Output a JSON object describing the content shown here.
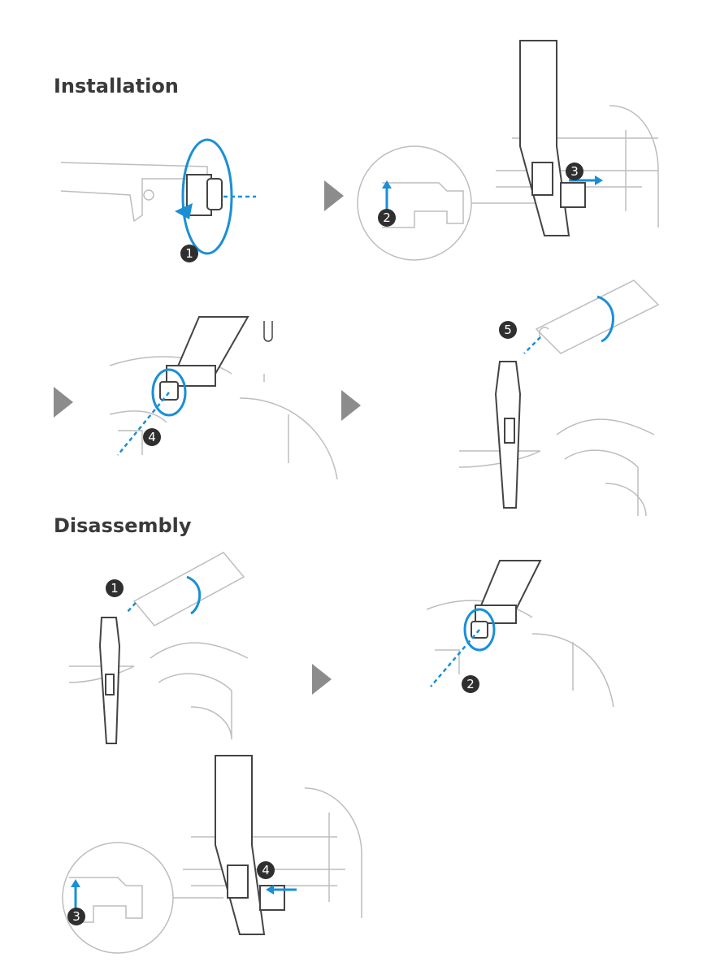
{
  "sections": {
    "installation": {
      "title": "Installation",
      "steps": [
        "1",
        "2",
        "3",
        "4",
        "5"
      ]
    },
    "disassembly": {
      "title": "Disassembly",
      "steps": [
        "1",
        "2",
        "3",
        "4"
      ]
    }
  },
  "colors": {
    "accent": "#1a8fd6",
    "badge": "#2f2f2f",
    "next_arrow": "#8c8c8c",
    "heading": "#3a3a3a"
  }
}
